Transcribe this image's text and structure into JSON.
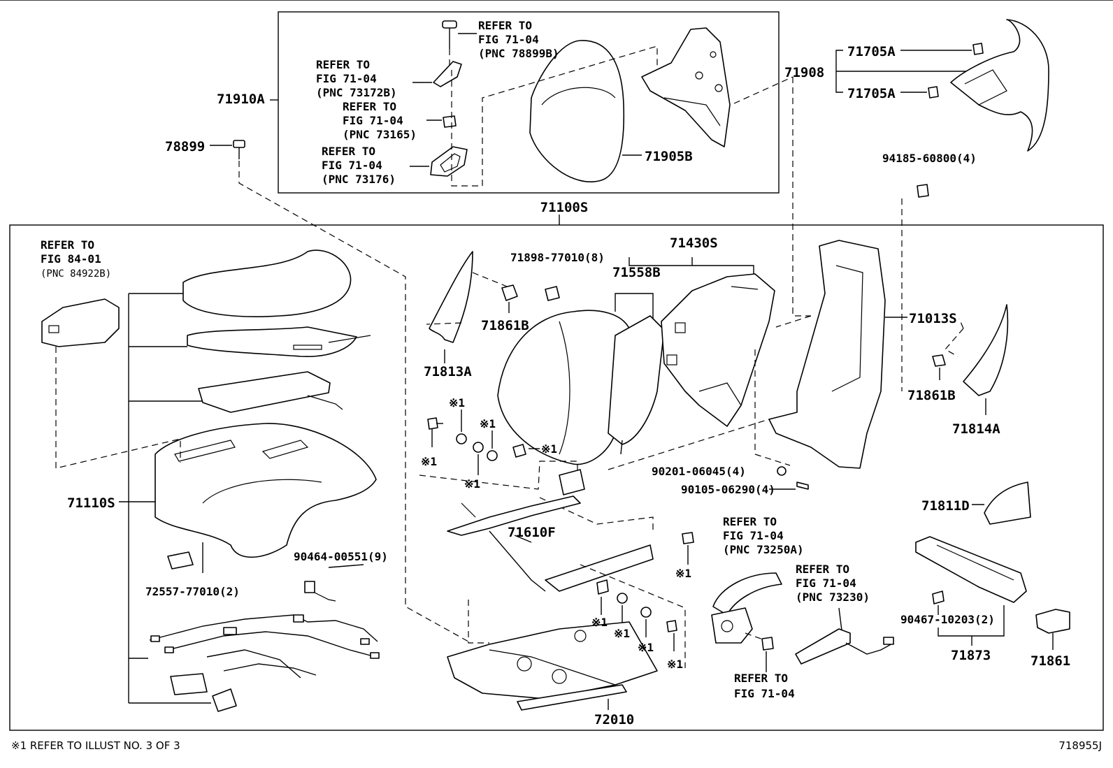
{
  "diagram": {
    "box_top_label": "71100S",
    "upper_group_label": "71910A",
    "footer_note": "※1 REFER TO ILLUST NO. 3 OF 3",
    "illustration_code": "718955J",
    "parts": {
      "p78899": "78899",
      "p71908": "71908",
      "p71705a_1": "71705A",
      "p71705a_2": "71705A",
      "p71905b": "71905B",
      "p94185": "94185-60800(4)",
      "p71110s": "71110S",
      "p72557": "72557-77010(2)",
      "p90464": "90464-00551(9)",
      "p71813a": "71813A",
      "p71898": "71898-77010(8)",
      "p71861b_1": "71861B",
      "p71558b": "71558B",
      "p71430s": "71430S",
      "p71013s": "71013S",
      "p71861b_2": "71861B",
      "p71814a": "71814A",
      "p71610f": "71610F",
      "p90201": "90201-06045(4)",
      "p90105": "90105-06290(4)",
      "p71811d": "71811D",
      "p90467": "90467-10203(2)",
      "p71873": "71873",
      "p71861": "71861",
      "p72010": "72010"
    },
    "refs": {
      "r1": [
        "REFER TO",
        "FIG 71-04",
        "(PNC 78899B)"
      ],
      "r2": [
        "REFER TO",
        "FIG 71-04",
        "(PNC 73172B)"
      ],
      "r3": [
        "REFER TO",
        "FIG 71-04",
        "(PNC 73165)"
      ],
      "r4": [
        "REFER TO",
        "FIG 71-04",
        "(PNC 73176)"
      ],
      "r5": [
        "REFER TO",
        "FIG 84-01",
        "(PNC 84922B)"
      ],
      "r6": [
        "REFER TO",
        "FIG 71-04",
        "(PNC 73250A)"
      ],
      "r7": [
        "REFER TO",
        "FIG 71-04",
        "(PNC 73230)"
      ],
      "r8": [
        "REFER TO",
        "FIG 71-04"
      ]
    },
    "mark": "※1"
  }
}
